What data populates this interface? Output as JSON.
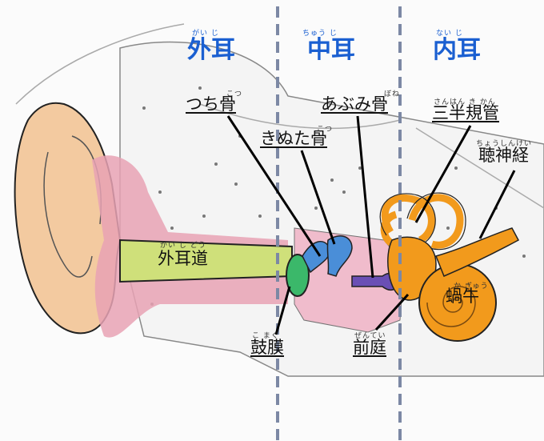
{
  "regions": {
    "outer": {
      "label": "外耳",
      "ruby": "がい じ"
    },
    "middle": {
      "label": "中耳",
      "ruby": "ちゅう じ"
    },
    "inner": {
      "label": "内耳",
      "ruby": "ない じ"
    }
  },
  "parts": {
    "malleus": {
      "label": "つち骨",
      "ruby": "こつ"
    },
    "incus": {
      "label": "きぬた骨",
      "ruby": "こつ"
    },
    "stapes": {
      "label": "あぶみ骨",
      "ruby": "ぼね"
    },
    "canals": {
      "label": "三半規管",
      "ruby": "さんはん き かん"
    },
    "nerve": {
      "label": "聴神経",
      "ruby": "ちょうしんけい"
    },
    "canal": {
      "label": "外耳道",
      "ruby": "がい じ どう"
    },
    "cochlea": {
      "label": "蝸牛",
      "ruby": "か ぎゅう"
    },
    "eardrum": {
      "label": "鼓膜",
      "ruby": "こ まく"
    },
    "vestibule": {
      "label": "前庭",
      "ruby": "ぜんてい"
    }
  },
  "colors": {
    "region_text": "#1a5fd1",
    "divider": "#7c88a4",
    "ear_outer": "#f3caa0",
    "canal_green": "#cfe07a",
    "flesh_pink": "#e7a2b4",
    "eardrum_green": "#3bb86a",
    "ossicle_blue": "#4a8ed8",
    "stapes_purple": "#6a4fb5",
    "inner_orange": "#f29a1c"
  }
}
